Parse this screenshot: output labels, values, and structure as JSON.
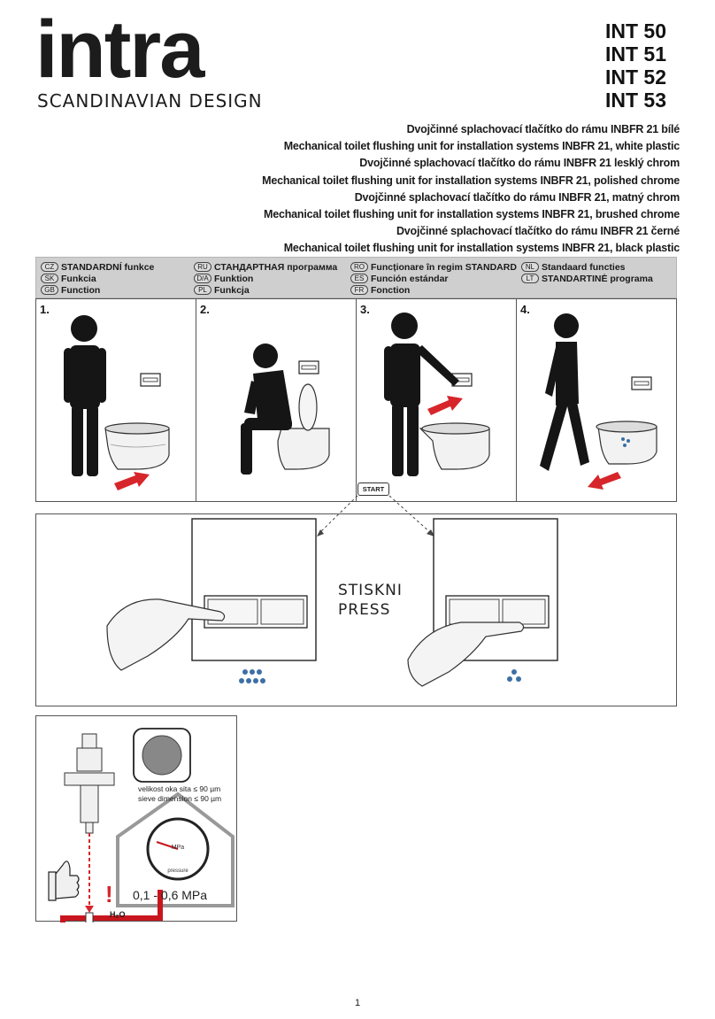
{
  "brand": {
    "name": "intra",
    "tagline": "SCANDINAVIAN DESIGN"
  },
  "models": [
    "INT 50",
    "INT 51",
    "INT 52",
    "INT 53"
  ],
  "descriptions": [
    "Dvojčinné splachovací tlačítko do rámu INBFR 21 bílé",
    "Mechanical toilet flushing unit for installation systems INBFR 21, white plastic",
    "Dvojčinné splachovací tlačítko do rámu INBFR 21 lesklý chrom",
    "Mechanical toilet flushing unit for installation systems INBFR 21, polished chrome",
    "Dvojčinné splachovací tlačítko do rámu INBFR 21, matný chrom",
    "Mechanical toilet flushing unit for installation systems INBFR 21, brushed chrome",
    "Dvojčinné splachovací tlačítko do rámu INBFR 21 černé",
    "Mechanical toilet flushing unit for installation systems INBFR 21, black plastic"
  ],
  "legend": {
    "col1": [
      {
        "code": "CZ",
        "label": "STANDARDNÍ funkce"
      },
      {
        "code": "SK",
        "label": "Funkcia"
      },
      {
        "code": "GB",
        "label": "Function"
      }
    ],
    "col2": [
      {
        "code": "RU",
        "label": "СТАНДАРТНАЯ программа"
      },
      {
        "code": "D/A",
        "label": "Funktion"
      },
      {
        "code": "PL",
        "label": "Funkcja"
      }
    ],
    "col3": [
      {
        "code": "RO",
        "label": "Funcționare în regim STANDARD"
      },
      {
        "code": "ES",
        "label": "Función estándar"
      },
      {
        "code": "FR",
        "label": "Fonction"
      }
    ],
    "col4": [
      {
        "code": "NL",
        "label": "Standaard functies"
      },
      {
        "code": "LT",
        "label": "STANDARTINĖ programa"
      }
    ]
  },
  "steps": [
    "1.",
    "2.",
    "3.",
    "4."
  ],
  "start_label": "START",
  "press": {
    "line1": "STISKNI",
    "line2": "PRESS"
  },
  "water": {
    "sieve_line1": "velikost oka sita ≤ 90 µm",
    "sieve_line2": "sieve dimension ≤ 90 µm",
    "pressure": "0,1 - 0,6 MPa",
    "h2o": "H₂O",
    "gauge_unit": "MPa",
    "gauge_caption": "pressure",
    "warning": "!"
  },
  "page_number": "1",
  "colors": {
    "arrow_red": "#d7262b",
    "pipe_red": "#c8161e",
    "legend_bg": "#cfcfcf",
    "drop_blue": "#3d6fa6"
  }
}
